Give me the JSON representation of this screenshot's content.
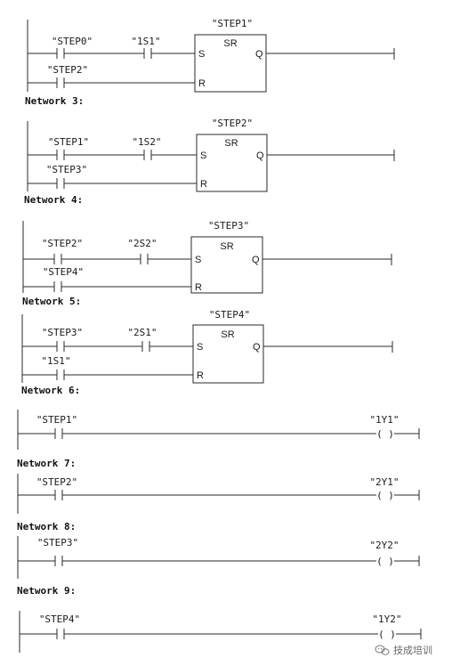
{
  "sr_networks": [
    {
      "block_tag": "\"STEP1\"",
      "block_type": "SR",
      "set_contact": "\"STEP0\"",
      "set_series_contact": "\"1S1\"",
      "reset_contact": "\"STEP2\"",
      "set_pin": "S",
      "reset_pin": "R",
      "out_pin": "Q"
    },
    {
      "block_tag": "\"STEP2\"",
      "block_type": "SR",
      "set_contact": "\"STEP1\"",
      "set_series_contact": "\"1S2\"",
      "reset_contact": "\"STEP3\"",
      "set_pin": "S",
      "reset_pin": "R",
      "out_pin": "Q"
    },
    {
      "block_tag": "\"STEP3\"",
      "block_type": "SR",
      "set_contact": "\"STEP2\"",
      "set_series_contact": "\"2S2\"",
      "reset_contact": "\"STEP4\"",
      "set_pin": "S",
      "reset_pin": "R",
      "out_pin": "Q"
    },
    {
      "block_tag": "\"STEP4\"",
      "block_type": "SR",
      "set_contact": "\"STEP3\"",
      "set_series_contact": "\"2S1\"",
      "reset_contact": "\"1S1\"",
      "set_pin": "S",
      "reset_pin": "R",
      "out_pin": "Q"
    }
  ],
  "coil_networks": [
    {
      "contact": "\"STEP1\"",
      "coil": "\"1Y1\""
    },
    {
      "contact": "\"STEP2\"",
      "coil": "\"2Y1\""
    },
    {
      "contact": "\"STEP3\"",
      "coil": "\"2Y2\""
    },
    {
      "contact": "\"STEP4\"",
      "coil": "\"1Y2\""
    }
  ],
  "network_headers": [
    "Network 3:",
    "Network 4:",
    "Network 5:",
    "Network 6:",
    "Network 7:",
    "Network 8:",
    "Network 9:"
  ],
  "coil_symbol": "( )",
  "watermark": {
    "text": "技成培训",
    "icon": "wechat-icon"
  }
}
